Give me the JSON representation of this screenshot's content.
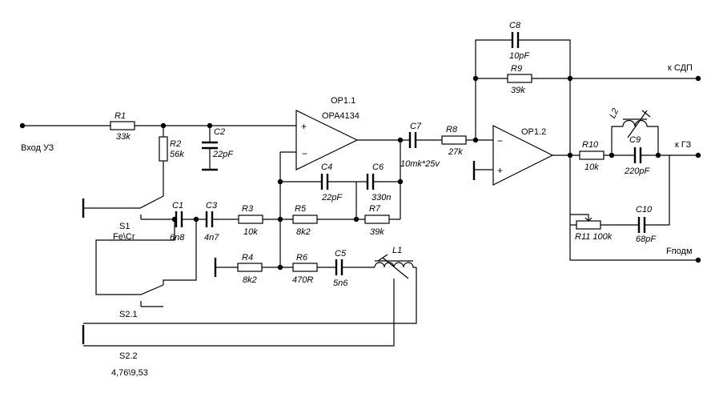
{
  "labels": {
    "input": "Вход УЗ",
    "out_sdp": "к СДП",
    "out_gz": "к ГЗ",
    "fpodm": "Fподм",
    "op11_ref": "OP1.1",
    "op11_part": "OPA4134",
    "op12_ref": "OP1.2",
    "s1_ref": "S1",
    "s1_desc": "Fe\\Cr",
    "s21_ref": "S2.1",
    "s22_ref": "S2.2",
    "s22_desc": "4,76\\9,53",
    "plus": "+",
    "minus": "−"
  },
  "components": {
    "R1": {
      "ref": "R1",
      "value": "33k"
    },
    "R2": {
      "ref": "R2",
      "value": "56k"
    },
    "C2": {
      "ref": "C2",
      "value": "22pF"
    },
    "C1": {
      "ref": "C1",
      "value": "6n8"
    },
    "C3": {
      "ref": "C3",
      "value": "4n7"
    },
    "R3": {
      "ref": "R3",
      "value": "10k"
    },
    "R4": {
      "ref": "R4",
      "value": "8k2"
    },
    "R5": {
      "ref": "R5",
      "value": "8k2"
    },
    "R6": {
      "ref": "R6",
      "value": "470R"
    },
    "C4": {
      "ref": "C4",
      "value": "22pF"
    },
    "C5": {
      "ref": "C5",
      "value": "5n6"
    },
    "C6": {
      "ref": "C6",
      "value": "330n"
    },
    "R7": {
      "ref": "R7",
      "value": "39k"
    },
    "L1": {
      "ref": "L1"
    },
    "C7": {
      "ref": "C7",
      "value": "10mk*25v"
    },
    "R8": {
      "ref": "R8",
      "value": "27k"
    },
    "C8": {
      "ref": "C8",
      "value": "10pF"
    },
    "R9": {
      "ref": "R9",
      "value": "39k"
    },
    "L2": {
      "ref": "L2"
    },
    "R10": {
      "ref": "R10",
      "value": "10k"
    },
    "C9": {
      "ref": "C9",
      "value": "220pF"
    },
    "R11": {
      "ref": "R11",
      "value": "R11 100k"
    },
    "C10": {
      "ref": "C10",
      "value": "68pF"
    }
  }
}
